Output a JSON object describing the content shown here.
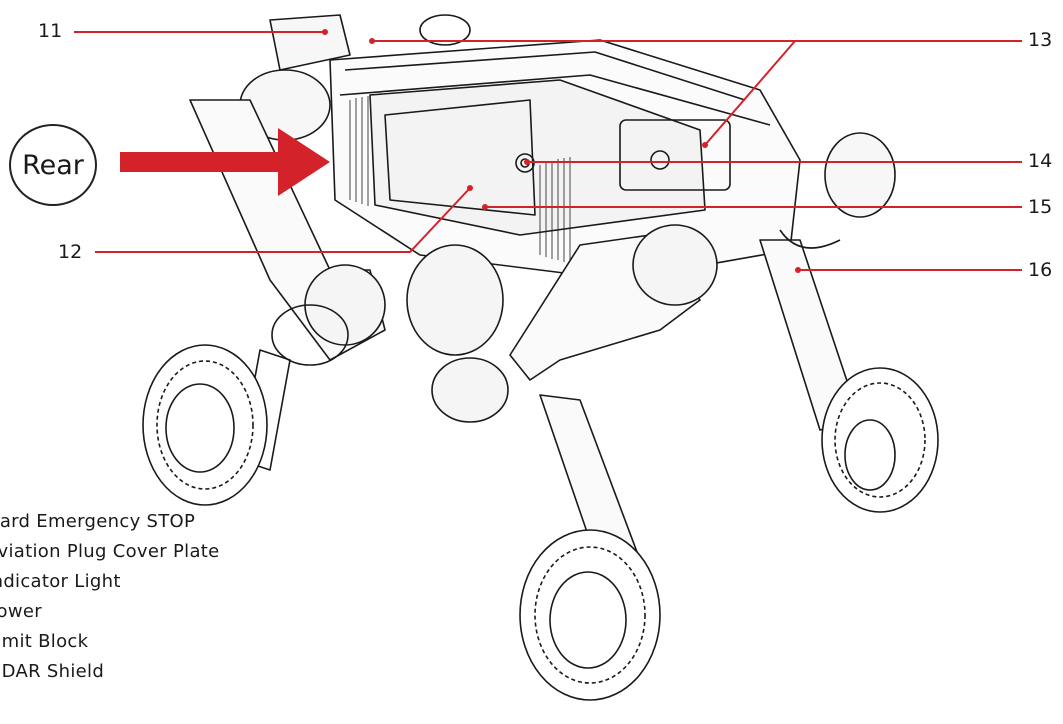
{
  "rear_label": "Rear",
  "callouts": [
    {
      "id": "11",
      "label": "11"
    },
    {
      "id": "12",
      "label": "12"
    },
    {
      "id": "13",
      "label": "13"
    },
    {
      "id": "14",
      "label": "14"
    },
    {
      "id": "15",
      "label": "15"
    },
    {
      "id": "16",
      "label": "16"
    }
  ],
  "legend": [
    "Hard Emergency STOP",
    "Aviation Plug Cover Plate",
    "Indicator Light",
    "Power",
    "Limit Block",
    "LiDAR Shield"
  ],
  "colors": {
    "accent": "#d3222a",
    "line": "#1a1a1a"
  }
}
